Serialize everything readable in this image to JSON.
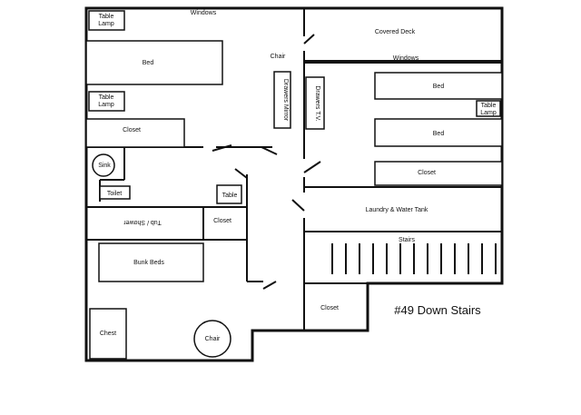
{
  "labels": {
    "table_lamp_top": "Table\nLamp",
    "windows_top": "Windows",
    "bed_left": "Bed",
    "chair_hall": "Chair",
    "table_lamp_mid": "Table\nLamp",
    "drawers_mirror": "Drawers Mirror",
    "drawers_tv": "Drawers T.V.",
    "closet_left": "Closet",
    "sink": "Sink",
    "toilet": "Toilet",
    "table": "Table",
    "tub_shower": "Tub / Shower",
    "closet_bath": "Closet",
    "bunk_beds": "Bunk Beds",
    "chest": "Chest",
    "chair_bottom": "Chair",
    "covered_deck": "Covered Deck",
    "windows_right": "Windows",
    "bed_right_top": "Bed",
    "table_lamp_right": "Table\nLamp",
    "bed_right_mid": "Bed",
    "closet_right": "Closet",
    "laundry": "Laundry & Water Tank",
    "stairs": "Stairs",
    "closet_bottom": "Closet",
    "title": "#49  Down Stairs"
  }
}
